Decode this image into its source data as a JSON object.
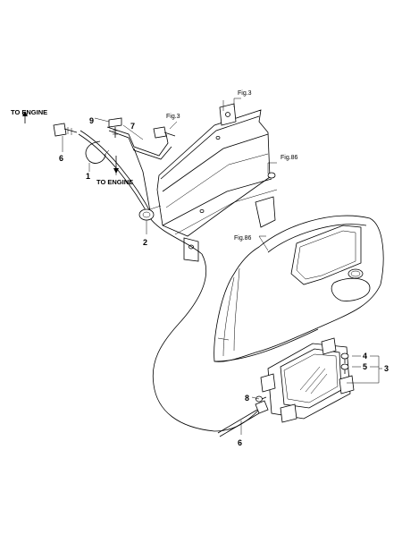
{
  "labels": {
    "to_engine_left": "TO ENGINE",
    "to_engine_bottom": "TO ENGINE",
    "fig3_top": "Fig.3",
    "fig3_left": "Fig.3",
    "fig86_upper": "Fig.86",
    "fig86_lower": "Fig.86"
  },
  "callouts": {
    "p1": "1",
    "p2": "2",
    "p3": "3",
    "p4": "4",
    "p5": "5",
    "p6_upper": "6",
    "p6_lower": "6",
    "p7": "7",
    "p8": "8",
    "p9": "9"
  }
}
